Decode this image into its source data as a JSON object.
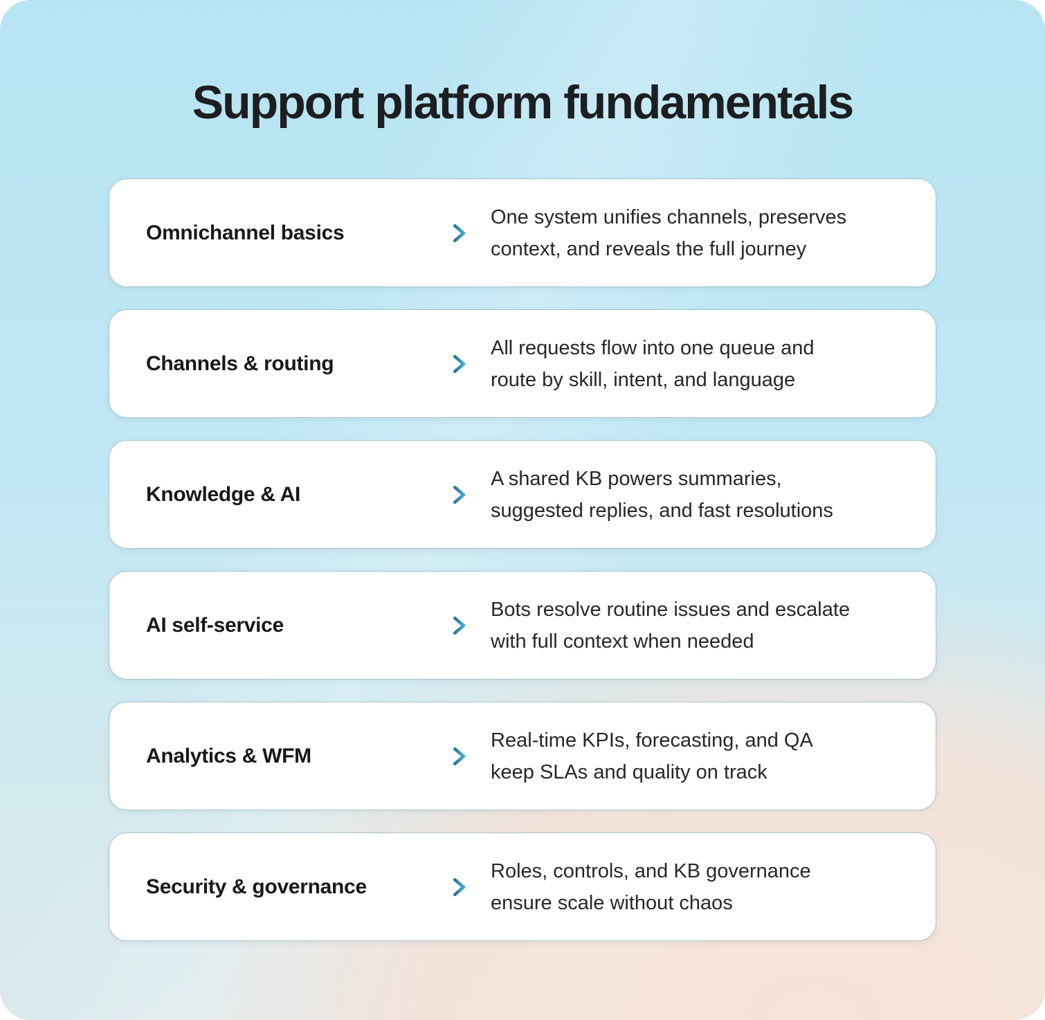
{
  "title": "Support platform fundamentals",
  "cards": [
    {
      "term": "Omnichannel basics",
      "description": "One system unifies channels, preserves\ncontext, and reveals the full journey"
    },
    {
      "term": "Channels & routing",
      "description": "All requests flow into one queue and\nroute by skill, intent, and language"
    },
    {
      "term": "Knowledge & AI",
      "description": "A shared KB powers summaries,\nsuggested replies, and fast resolutions"
    },
    {
      "term": "AI self-service",
      "description": "Bots resolve routine issues and escalate\nwith full context when needed"
    },
    {
      "term": "Analytics & WFM",
      "description": "Real-time KPIs, forecasting, and QA\nkeep SLAs and quality on track"
    },
    {
      "term": "Security & governance",
      "description": "Roles, controls, and KB governance\nensure scale without chaos"
    }
  ],
  "icons": {
    "arrow": "right-arrow"
  },
  "colors": {
    "background_top": "#b7e4f3",
    "background_bottom_left": "#dbe9ec",
    "background_bottom_right": "#f7e3d8",
    "card_background": "#ffffff",
    "card_border": "#a6c2c9",
    "title_text": "#1d1e20",
    "term_text": "#17181a",
    "description_text": "#26272a",
    "arrow_gradient_start": "#2b7495",
    "arrow_gradient_end": "#41aadb"
  }
}
